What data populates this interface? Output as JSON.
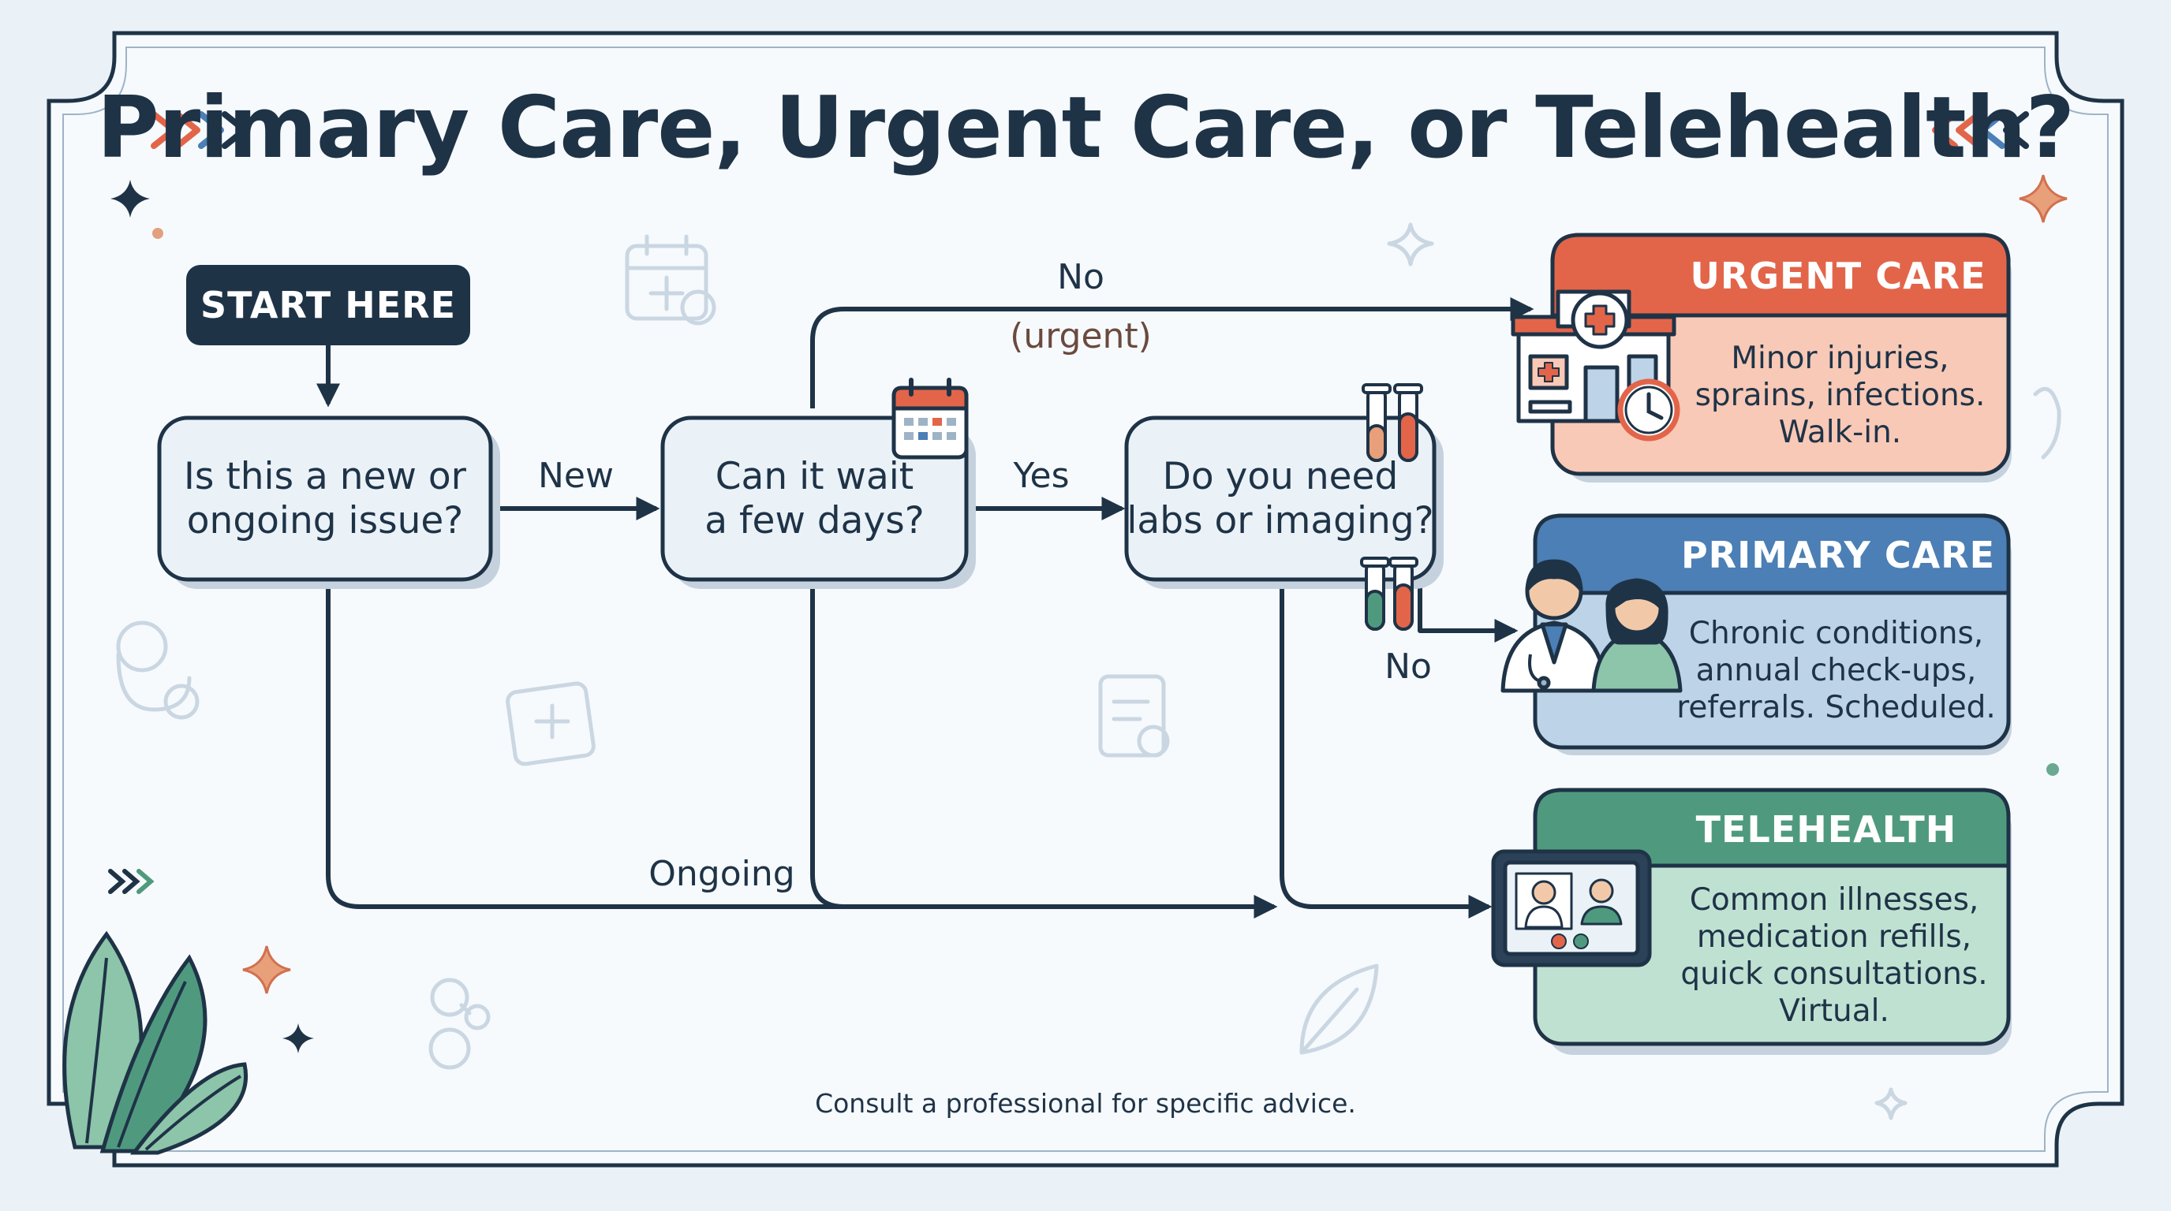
{
  "title": "Primary Care, Urgent Care, or Telehealth?",
  "start_label": "START HERE",
  "questions": {
    "new_or_ongoing": {
      "line1": "Is this a new or",
      "line2": "ongoing issue?"
    },
    "can_wait": {
      "line1": "Can it wait",
      "line2": "a few days?"
    },
    "labs": {
      "line1": "Do you need",
      "line2": "labs or imaging?"
    }
  },
  "edge_labels": {
    "new": "New",
    "yes": "Yes",
    "no_urgent": "No",
    "urgent_note": "(urgent)",
    "no_labs": "No",
    "ongoing": "Ongoing"
  },
  "outcomes": {
    "urgent_care": {
      "title": "URGENT CARE",
      "lines": [
        "Minor injuries,",
        "sprains, infections.",
        "Walk-in."
      ],
      "color": "#e2654a",
      "body_color": "#f8c9b6"
    },
    "primary_care": {
      "title": "PRIMARY CARE",
      "lines": [
        "Chronic conditions,",
        "annual check-ups,",
        "referrals. Scheduled."
      ],
      "color": "#4b7fb5",
      "body_color": "#bcd3e8"
    },
    "telehealth": {
      "title": "TELEHEALTH",
      "lines": [
        "Common illnesses,",
        "medication refills,",
        "quick consultations.",
        "Virtual."
      ],
      "color": "#4f9a7f",
      "body_color": "#bfe1d2"
    }
  },
  "footer": "Consult a professional for specific advice.",
  "colors": {
    "ink": "#1f3347",
    "frame": "#f6fafd",
    "node_fill": "#eaf2f8",
    "accent_orange": "#e2654a"
  },
  "icons": [
    "chevrons-right-icon",
    "chevrons-left-icon",
    "calendar-icon",
    "test-tubes-icon",
    "hospital-building-icon",
    "clock-icon",
    "doctor-patient-icon",
    "video-call-tablet-icon",
    "leaf-icon",
    "sparkle-icon"
  ]
}
